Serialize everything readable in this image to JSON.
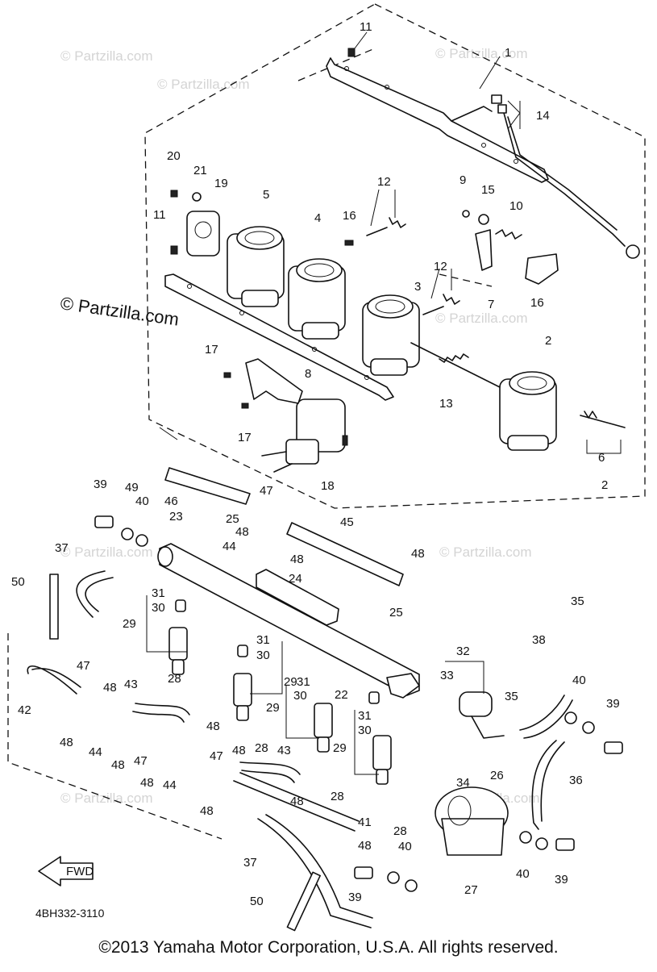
{
  "diagram": {
    "drawing_code": "4BH332-3110",
    "fwd_label": "FWD",
    "copyright": "©2013  Yamaha Motor Corporation, U.S.A. All rights reserved.",
    "watermark_main": "© Partzilla.com",
    "watermark_small": "© Partzilla.com",
    "callouts": [
      "1",
      "2",
      "3",
      "4",
      "5",
      "6",
      "7",
      "8",
      "9",
      "10",
      "11",
      "12",
      "13",
      "14",
      "15",
      "16",
      "17",
      "18",
      "19",
      "20",
      "21",
      "22",
      "23",
      "24",
      "25",
      "26",
      "27",
      "28",
      "29",
      "30",
      "31",
      "32",
      "33",
      "34",
      "35",
      "36",
      "37",
      "38",
      "39",
      "40",
      "41",
      "42",
      "43",
      "44",
      "45",
      "46",
      "47",
      "48",
      "49",
      "50"
    ]
  }
}
